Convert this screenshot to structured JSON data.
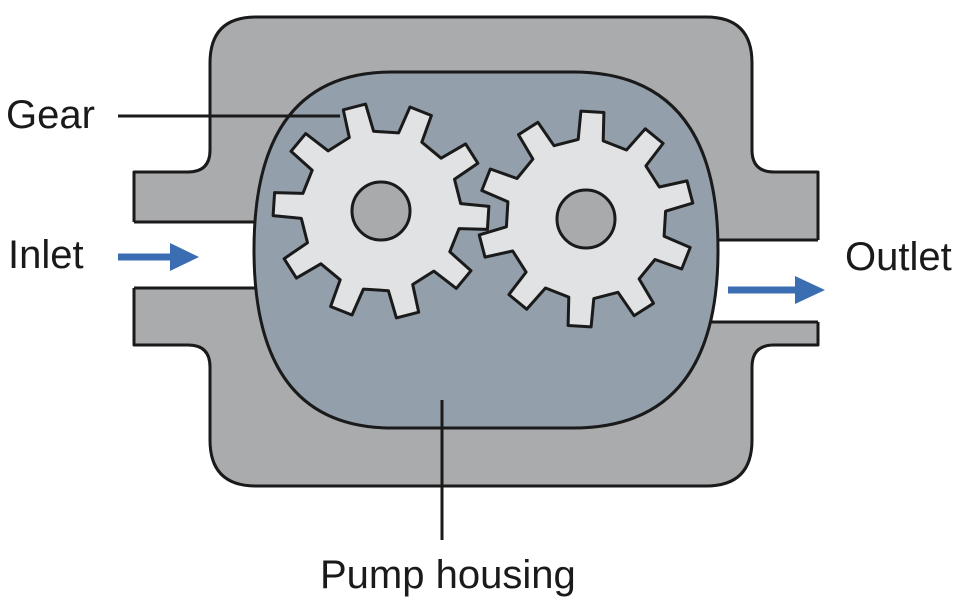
{
  "labels": {
    "gear": "Gear",
    "inlet": "Inlet",
    "outlet": "Outlet",
    "housing": "Pump housing"
  },
  "colors": {
    "outer_housing": "#a9abad",
    "inner_chamber": "#939fab",
    "gear_fill": "#e1e2e3",
    "gear_hub": "#a8aaac",
    "outline": "#1a1a1a",
    "flow_arrow": "#3b6db3",
    "background": "#ffffff"
  },
  "gears": {
    "teeth_count": 10
  }
}
